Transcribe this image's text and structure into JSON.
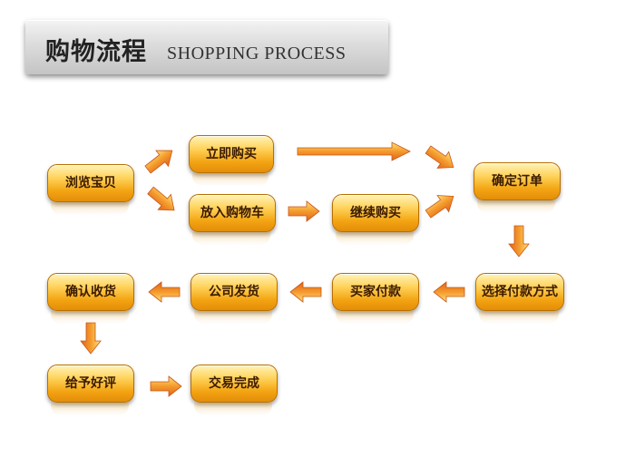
{
  "header": {
    "title_cn": "购物流程",
    "title_en": "SHOPPING PROCESS"
  },
  "nodes": {
    "browse": "浏览宝贝",
    "buy_now": "立即购买",
    "add_cart": "放入购物车",
    "continue_buy": "继续购买",
    "confirm_order": "确定订单",
    "choose_payment": "选择付款方式",
    "buyer_pay": "买家付款",
    "company_ship": "公司发货",
    "confirm_receipt": "确认收货",
    "give_review": "给予好评",
    "deal_done": "交易完成"
  },
  "colors": {
    "node_top": "#fff3b8",
    "node_bottom": "#e38d0a",
    "arrow_light": "#ffe27a",
    "arrow_dark": "#e0641b"
  }
}
